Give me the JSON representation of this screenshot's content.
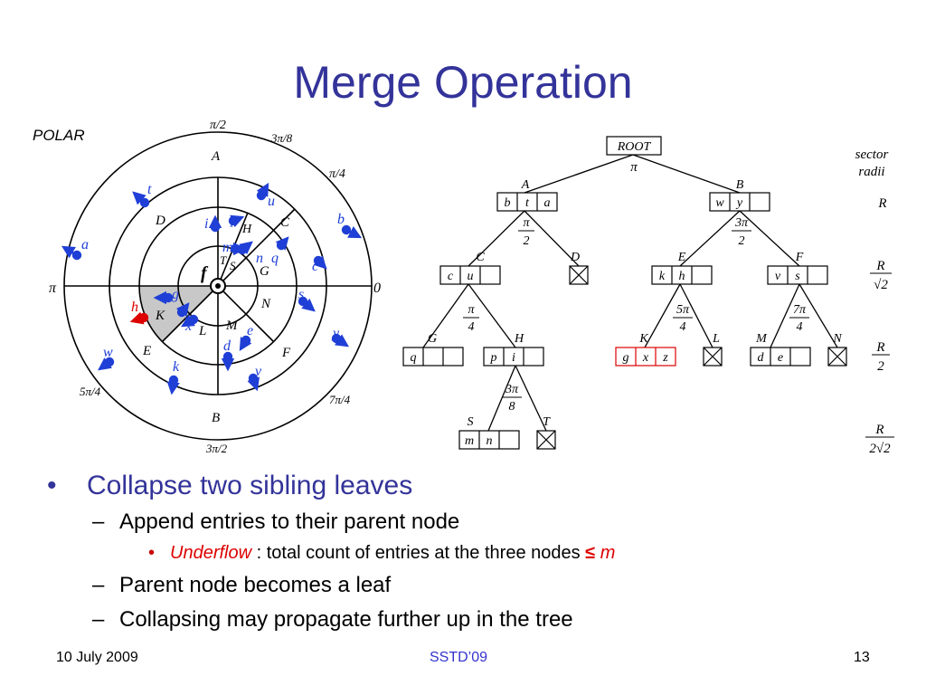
{
  "slide": {
    "title": "Merge Operation",
    "polar_label": "POLAR"
  },
  "polar": {
    "angles": {
      "pi_half": "π/2",
      "three_pi_eighth": "3π/8",
      "pi_quarter": "π/4",
      "pi": "π",
      "zero": "0",
      "five_pi_quarter": "5π/4",
      "seven_pi_quarter": "7π/4",
      "three_pi_half": "3π/2"
    },
    "regions": {
      "A": "A",
      "B": "B",
      "C": "C",
      "D": "D",
      "E": "E",
      "F": "F",
      "G": "G",
      "H": "H",
      "K": "K",
      "L": "L",
      "M": "M",
      "N": "N",
      "S": "S",
      "T": "T"
    },
    "center_label": "f",
    "points": {
      "a": "a",
      "b": "b",
      "c": "c",
      "d": "d",
      "e": "e",
      "g": "g",
      "h": "h",
      "i": "i",
      "k": "k",
      "m": "m",
      "n": "n",
      "p": "p",
      "q": "q",
      "s": "s",
      "t": "t",
      "u": "u",
      "v": "v",
      "w": "w",
      "x": "x",
      "y": "y",
      "z": "z"
    }
  },
  "tree": {
    "root": "ROOT",
    "root_angle": "π",
    "nodes": {
      "A": {
        "label": "A",
        "entries": [
          "b",
          "t",
          "a"
        ]
      },
      "B": {
        "label": "B",
        "entries": [
          "w",
          "y",
          ""
        ]
      },
      "C": {
        "label": "C",
        "entries": [
          "c",
          "u",
          ""
        ]
      },
      "D": {
        "label": "D"
      },
      "E": {
        "label": "E",
        "entries": [
          "k",
          "h",
          ""
        ]
      },
      "F": {
        "label": "F",
        "entries": [
          "v",
          "s",
          ""
        ]
      },
      "G": {
        "label": "G",
        "entries": [
          "q",
          "",
          ""
        ]
      },
      "H": {
        "label": "H",
        "entries": [
          "p",
          "i",
          ""
        ]
      },
      "K": {
        "label": "K",
        "entries": [
          "g",
          "x",
          "z"
        ]
      },
      "L": {
        "label": "L"
      },
      "M": {
        "label": "M",
        "entries": [
          "d",
          "e",
          ""
        ]
      },
      "N": {
        "label": "N"
      },
      "S": {
        "label": "S",
        "entries": [
          "m",
          "n",
          ""
        ]
      },
      "T": {
        "label": "T"
      }
    },
    "splits": {
      "A": {
        "num": "π",
        "den": "2"
      },
      "B": {
        "num": "3π",
        "den": "2"
      },
      "C": {
        "num": "π",
        "den": "4"
      },
      "E": {
        "num": "5π",
        "den": "4"
      },
      "F": {
        "num": "7π",
        "den": "4"
      },
      "H": {
        "num": "3π",
        "den": "8"
      }
    }
  },
  "sector_radii": {
    "header_1": "sector",
    "header_2": "radii",
    "level_1": "R",
    "level_2_num": "R",
    "level_2_den": "√2",
    "level_3_num": "R",
    "level_3_den": "2",
    "level_4_num": "R",
    "level_4_den": "2√2"
  },
  "bullets": {
    "l1": "Collapse two sibling leaves",
    "l2a": "Append entries to their parent node",
    "l3_em": "Underflow",
    "l3_text": " : total count of entries at the three nodes ",
    "l3_op": "≤",
    "l3_var": "m",
    "l2b": "Parent node becomes a leaf",
    "l2c": "Collapsing may propagate further up in the tree"
  },
  "footer": {
    "date": "10 July 2009",
    "venue": "SSTD’09",
    "page": "13"
  },
  "colors": {
    "title": "#33339a",
    "points": "#1f3fd6",
    "highlight": "#dd0000",
    "venue": "#3333cc"
  }
}
